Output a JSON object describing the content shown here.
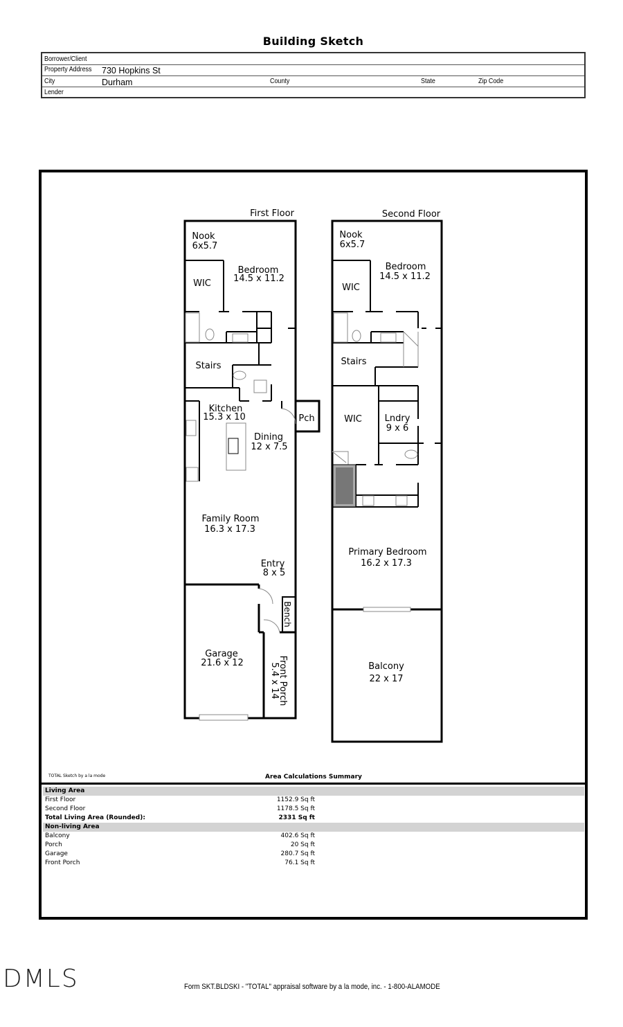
{
  "title": "Building Sketch",
  "header": {
    "borrower_label": "Borrower/Client",
    "borrower_value": "",
    "address_label": "Property Address",
    "address_value": "730 Hopkins St",
    "city_label": "City",
    "city_value": "Durham",
    "county_label": "County",
    "state_label": "State",
    "zip_label": "Zip Code",
    "lender_label": "Lender"
  },
  "sketch": {
    "first_floor": {
      "label": "First Floor",
      "rooms": [
        {
          "name": "Nook",
          "dims": "6x5.7"
        },
        {
          "name": "Bedroom",
          "dims": "14.5 x 11.2"
        },
        {
          "name": "WIC",
          "dims": ""
        },
        {
          "name": "Stairs",
          "dims": ""
        },
        {
          "name": "Kitchen",
          "dims": "15.3 x 10"
        },
        {
          "name": "Pch",
          "dims": ""
        },
        {
          "name": "Dining",
          "dims": "12 x 7.5"
        },
        {
          "name": "Family Room",
          "dims": "16.3 x 17.3"
        },
        {
          "name": "Entry",
          "dims": "8 x 5"
        },
        {
          "name": "Bench",
          "dims": ""
        },
        {
          "name": "Garage",
          "dims": "21.6 x 12"
        },
        {
          "name": "Front Porch",
          "dims": "5.4 x 14"
        }
      ]
    },
    "second_floor": {
      "label": "Second Floor",
      "rooms": [
        {
          "name": "Nook",
          "dims": "6x5.7"
        },
        {
          "name": "Bedroom",
          "dims": "14.5 x 11.2"
        },
        {
          "name": "WIC",
          "dims": ""
        },
        {
          "name": "Stairs",
          "dims": ""
        },
        {
          "name": "WIC",
          "dims": ""
        },
        {
          "name": "Lndry",
          "dims": "9 x 6"
        },
        {
          "name": "Primary Bedroom",
          "dims": "16.2 x 17.3"
        },
        {
          "name": "Balcony",
          "dims": "22 x 17"
        }
      ]
    }
  },
  "summary": {
    "credit": "TOTAL Sketch by a la mode",
    "title": "Area Calculations Summary",
    "living_header": "Living Area",
    "living": [
      {
        "label": "First Floor",
        "value": "1152.9 Sq ft"
      },
      {
        "label": "Second Floor",
        "value": "1178.5 Sq ft"
      }
    ],
    "total_label": "Total Living Area (Rounded):",
    "total_value": "2331 Sq ft",
    "nonliving_header": "Non-living Area",
    "nonliving": [
      {
        "label": "Balcony",
        "value": "402.6 Sq ft"
      },
      {
        "label": "Porch",
        "value": "20 Sq ft"
      },
      {
        "label": "Garage",
        "value": "280.7 Sq ft"
      },
      {
        "label": "Front Porch",
        "value": "76.1 Sq ft"
      }
    ]
  },
  "footer": {
    "logo": "DMLS",
    "form_text": "Form SKT.BLDSKI - \"TOTAL\" appraisal software by a la mode, inc. - 1-800-ALAMODE"
  }
}
